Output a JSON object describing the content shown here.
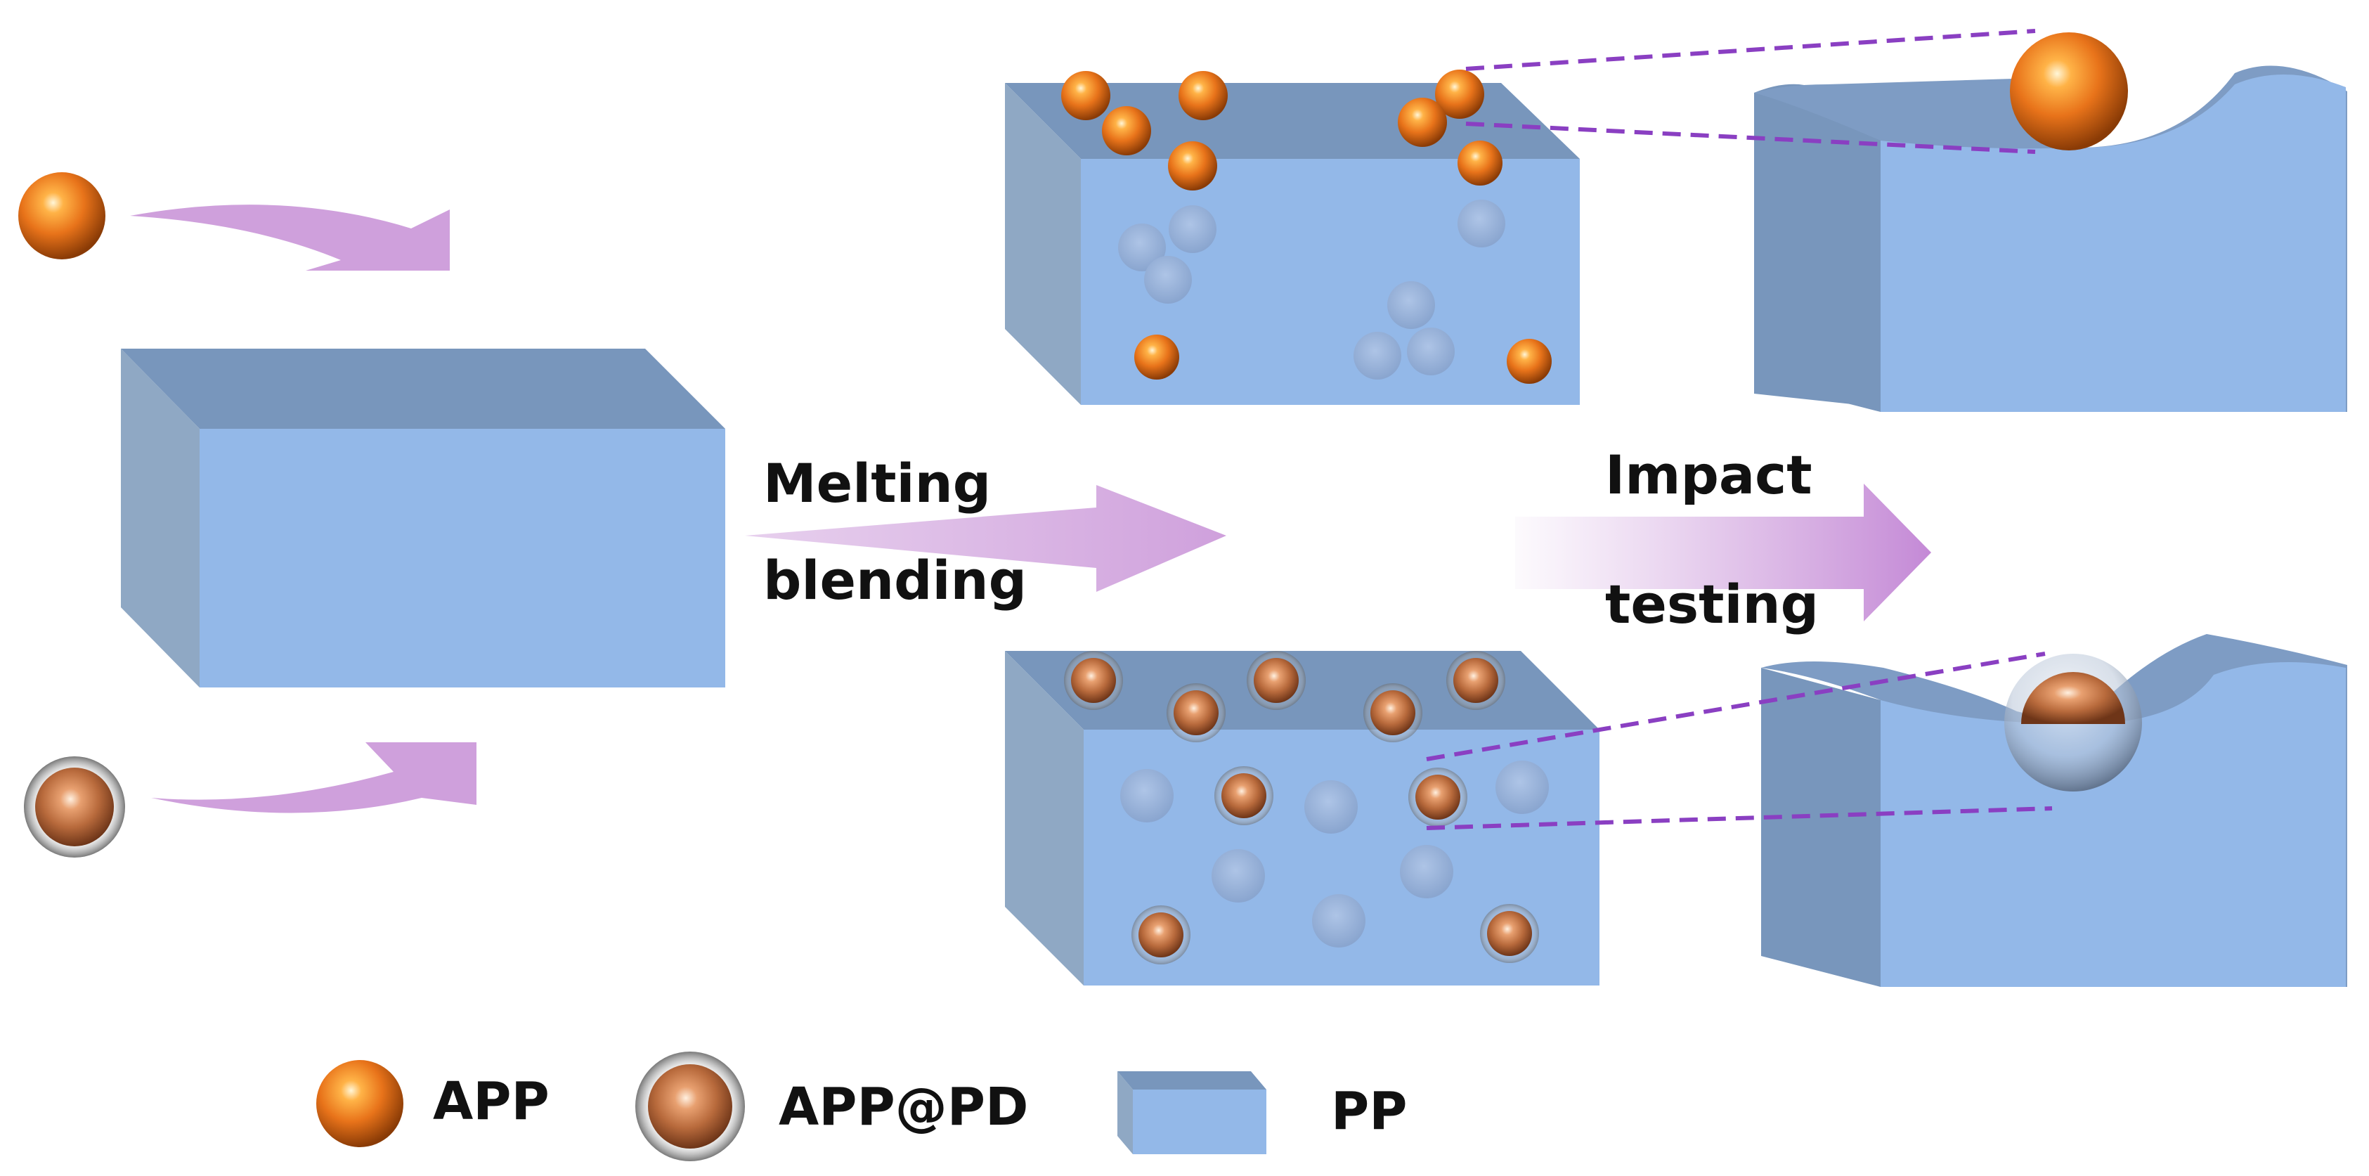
{
  "process": {
    "step1_line1": "Melting",
    "step1_line2": "blending",
    "step2_line1": "Impact",
    "step2_line2": "testing"
  },
  "legend": {
    "app": "APP",
    "app_pd": "APP@PD",
    "pp": "PP"
  },
  "colors": {
    "app_core": "#e8731a",
    "app_pd_core": "#c9794a",
    "pp_front": "#93b8e8",
    "pp_top": "#7896bc",
    "pp_side": "#8fa8c4",
    "arrow": "#cfa0dc",
    "dashed_line": "#8a3fc2"
  }
}
